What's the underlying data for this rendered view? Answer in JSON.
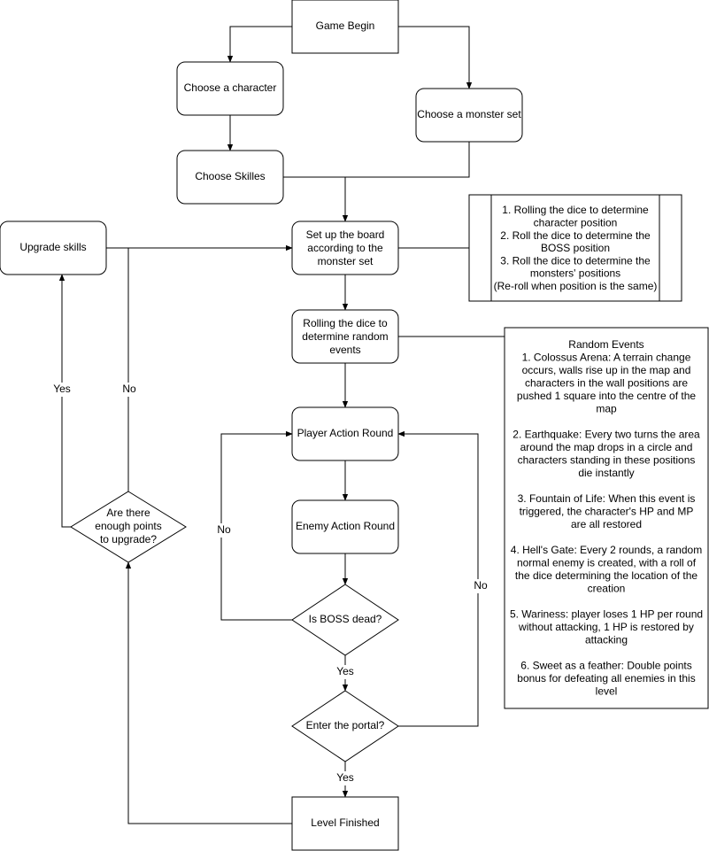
{
  "nodes": {
    "game_begin": "Game Begin",
    "choose_character": "Choose a character",
    "choose_monster_set": "Choose a monster set",
    "choose_skills": "Choose Skilles",
    "setup_board": [
      "Set up the board",
      "according to the",
      "monster set"
    ],
    "upgrade_skills": "Upgrade skills",
    "roll_events": [
      "Rolling the dice to",
      "determine random",
      "events"
    ],
    "player_round": "Player Action Round",
    "enemy_round": "Enemy Action Round",
    "boss_dead": "Is BOSS dead?",
    "enter_portal": "Enter the portal?",
    "level_finished": "Level Finished",
    "enough_points": [
      "Are there",
      "enough points",
      "to upgrade?"
    ]
  },
  "notes": {
    "positions": [
      "1. Rolling the dice to determine",
      "character position",
      "2. Roll the dice to determine the",
      "BOSS position",
      "3. Roll the dice to determine the",
      "monsters' positions",
      "(Re-roll when position is the same)"
    ],
    "random_events": [
      "Random Events",
      "1. Colossus Arena: A terrain change",
      "occurs, walls rise up in the map and",
      "characters in the wall positions are",
      "pushed 1 square into the centre of the",
      "map",
      "",
      "2. Earthquake: Every two turns the area",
      "around the map drops in a circle and",
      "characters standing in these positions",
      "die instantly",
      "",
      "3. Fountain of Life: When this event is",
      "triggered, the character's HP and MP",
      "are all restored",
      "",
      "4. Hell's Gate: Every 2 rounds, a random",
      "normal enemy is created, with a roll of",
      "the dice determining the location of the",
      "creation",
      "",
      "5. Wariness: player loses 1 HP per round",
      "without attacking, 1 HP is restored by",
      "attacking",
      "",
      "6. Sweet as a feather: Double points",
      "bonus for defeating all enemies in this",
      "level"
    ]
  },
  "edge_labels": {
    "boss_no": "No",
    "boss_yes": "Yes",
    "portal_no": "No",
    "portal_yes": "Yes",
    "points_yes": "Yes",
    "points_no": "No"
  }
}
